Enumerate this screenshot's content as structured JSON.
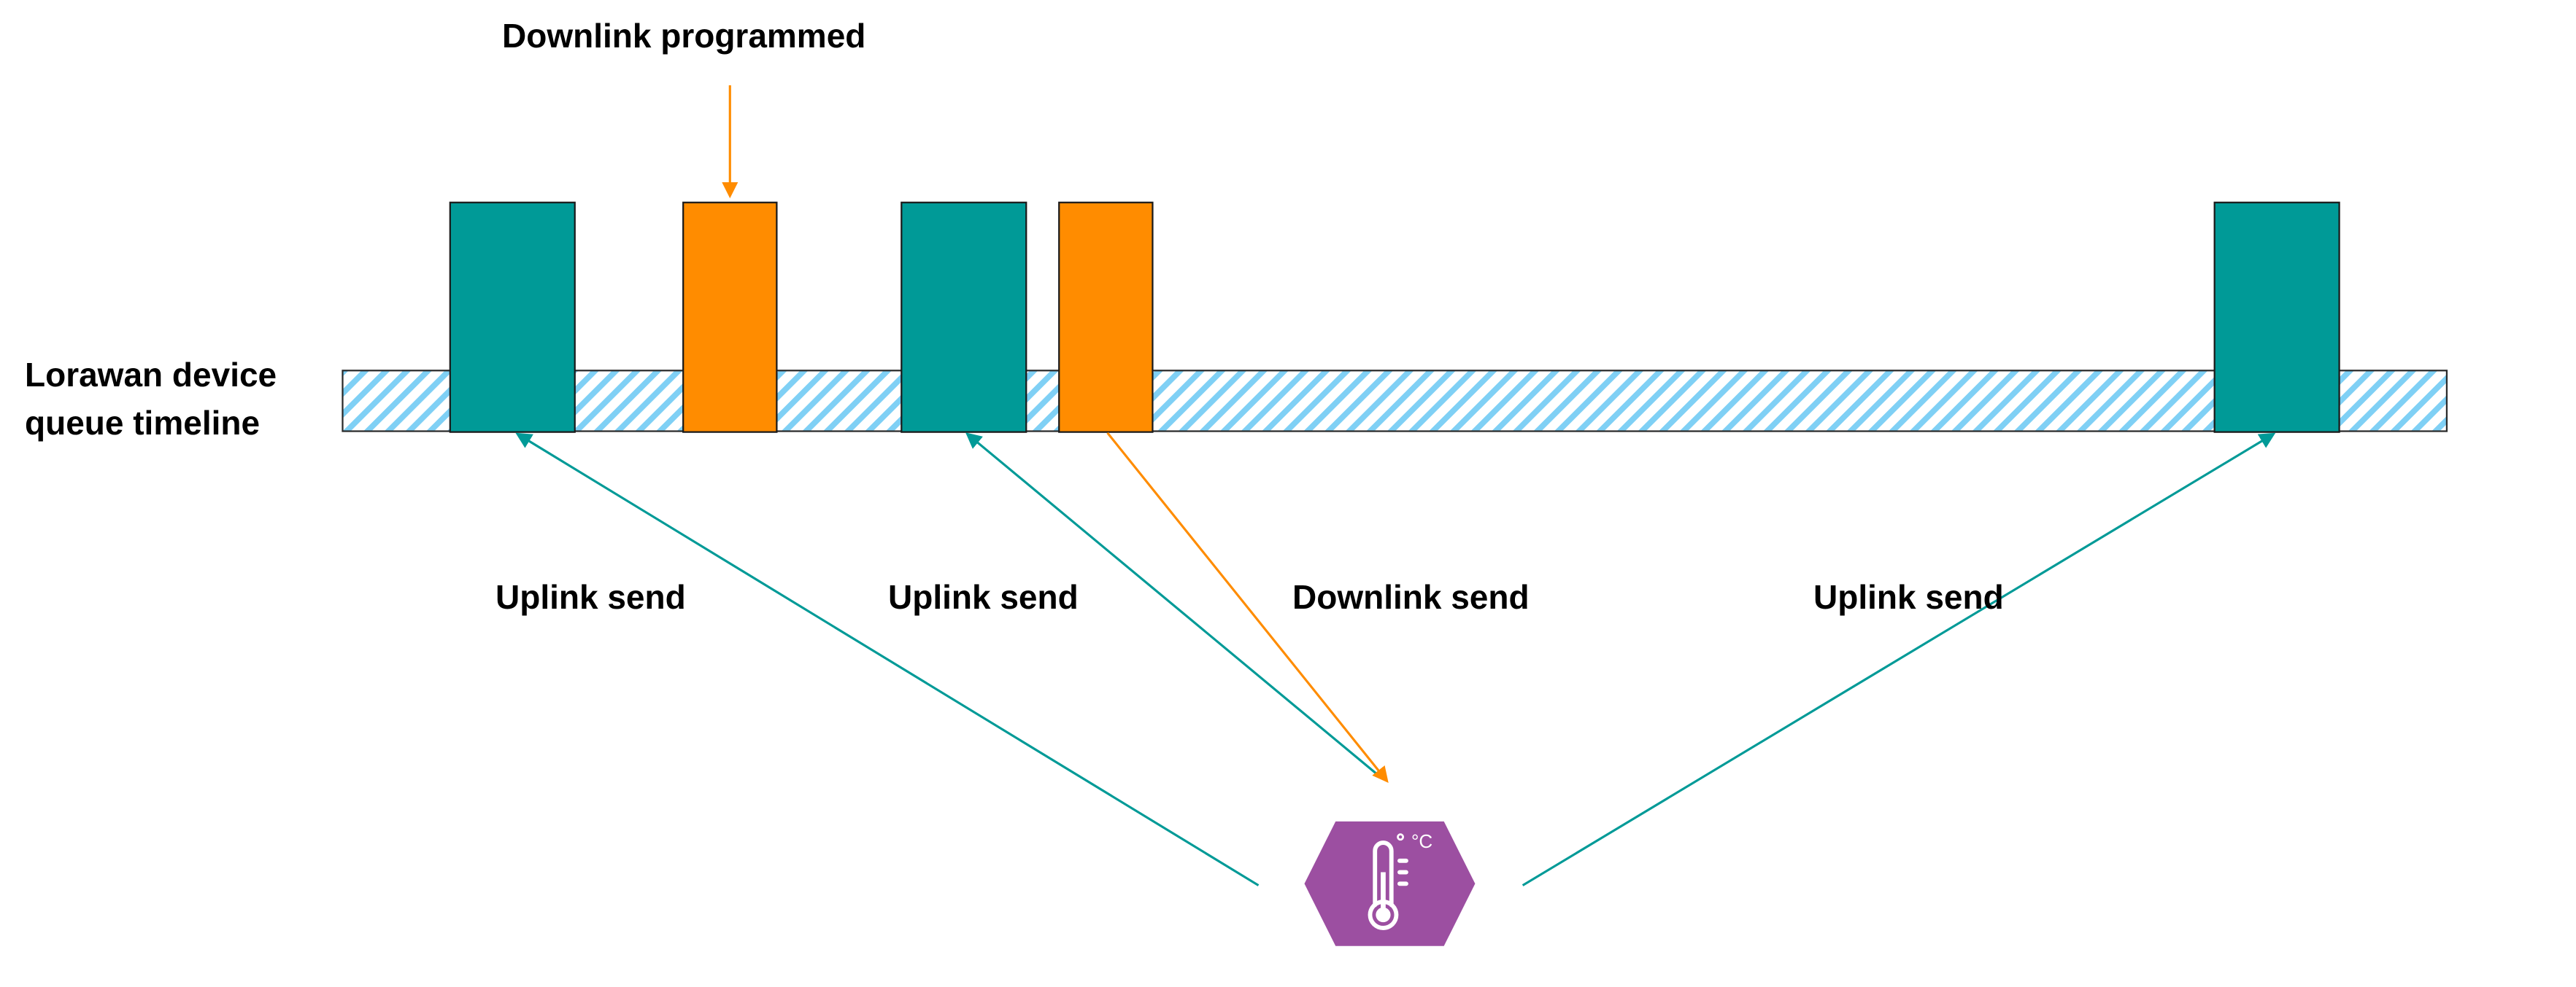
{
  "title": "Downlink programmed",
  "timeline_label_line1": "Lorawan device",
  "timeline_label_line2": "queue timeline",
  "labels": {
    "uplink_1": "Uplink send",
    "uplink_2": "Uplink send",
    "downlink": "Downlink send",
    "uplink_3": "Uplink send"
  },
  "device": {
    "icon": "thermometer-icon",
    "unit": "°C"
  },
  "colors": {
    "uplink": "#009A97",
    "downlink": "#FF8C00",
    "device": "#9C4FA1",
    "hatch": "#7FD0F5"
  }
}
